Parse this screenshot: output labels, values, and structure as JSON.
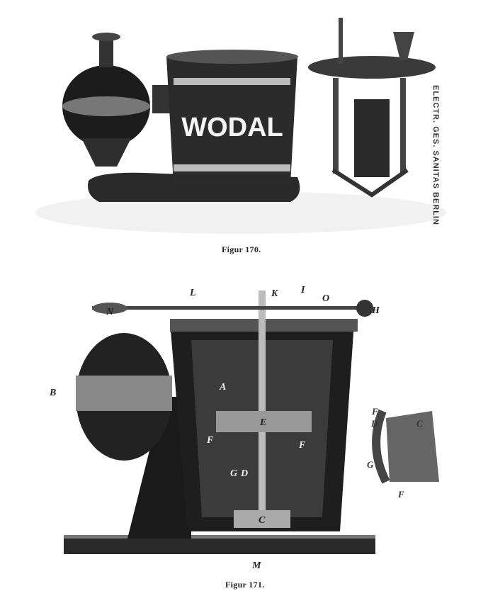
{
  "figure_170": {
    "caption": "Figur 170.",
    "drum_text": "WODAL",
    "maker_mark": "ELECTR. GES. SANITAS BERLIN"
  },
  "figure_171": {
    "caption": "Figur 171.",
    "labels": {
      "N": "N",
      "L": "L",
      "K": "K",
      "I": "I",
      "O": "O",
      "H": "H",
      "B": "B",
      "A": "A",
      "E": "E",
      "F1": "F",
      "F2": "F",
      "G": "G",
      "D": "D",
      "C": "C",
      "M": "M"
    },
    "inset_labels": {
      "F": "F",
      "D": "D",
      "C": "C",
      "G": "G",
      "F_below": "F"
    }
  }
}
